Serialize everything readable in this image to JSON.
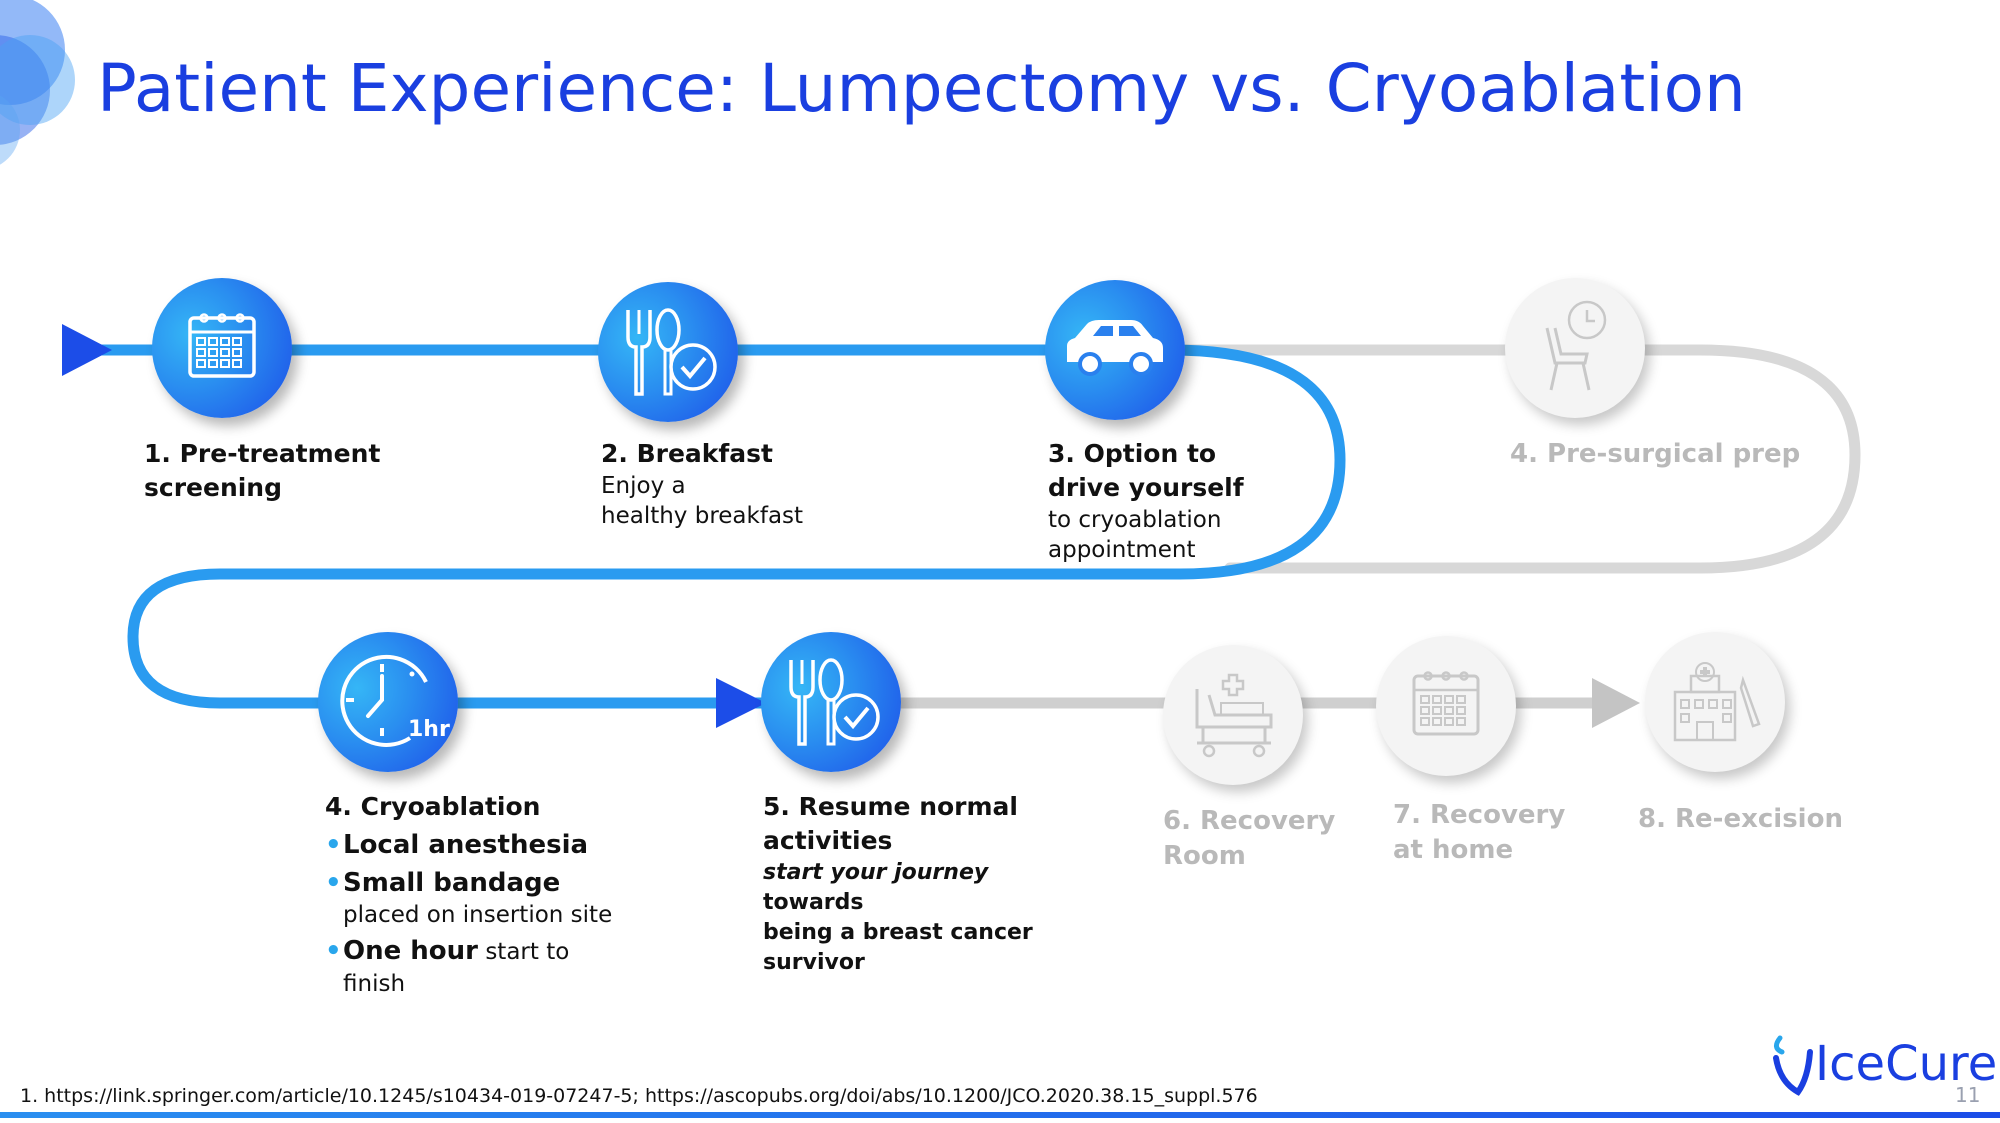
{
  "header": {
    "title": "Patient Experience: Lumpectomy vs. Cryoablation"
  },
  "steps": {
    "s1": {
      "title": "1. Pre-treatment screening"
    },
    "s2": {
      "title": "2. Breakfast",
      "line1": "Enjoy a",
      "line2": "healthy breakfast"
    },
    "s3": {
      "title1": "3. Option to",
      "title2": "drive yourself",
      "line1": "to cryoablation",
      "line2": "appointment"
    },
    "s4g": {
      "title": "4. Pre-surgical prep"
    },
    "s4": {
      "title": "4. Cryoablation",
      "bullet1": "Local anesthesia",
      "bullet2": "Small bandage",
      "bullet2_sub": "placed on insertion site",
      "bullet3_bold": "One hour",
      "bullet3_rest": " start to",
      "bullet3_sub": "finish",
      "clock_badge": "1hr"
    },
    "s5": {
      "title1": "5. Resume normal",
      "title2": "activities",
      "line_italic": "start your journey",
      "line2": "towards",
      "line3": "being a breast cancer",
      "line4": "survivor"
    },
    "s6": {
      "title1": "6. Recovery",
      "title2": "Room"
    },
    "s7": {
      "title1": "7. Recovery",
      "title2": "at home"
    },
    "s8": {
      "title": "8. Re-excision"
    }
  },
  "footer": {
    "reference": "1. https://link.springer.com/article/10.1245/s10434-019-07247-5; https://ascopubs.org/doi/abs/10.1200/JCO.2020.38.15_suppl.576",
    "page_number": "11"
  },
  "brand": {
    "name": "IceCure"
  },
  "colors": {
    "blue_title": "#1a3fe0",
    "blue_path": "#2a8ff0",
    "gray_path": "#d6d6d6",
    "gray_text": "#b9b9b9",
    "bullet": "#29a6ec"
  },
  "icons": [
    "calendar-icon",
    "fork-spoon-check-icon",
    "car-icon",
    "chair-clock-icon",
    "clock-icon",
    "hospital-bed-icon",
    "calendar-icon",
    "hospital-scalpel-icon"
  ]
}
